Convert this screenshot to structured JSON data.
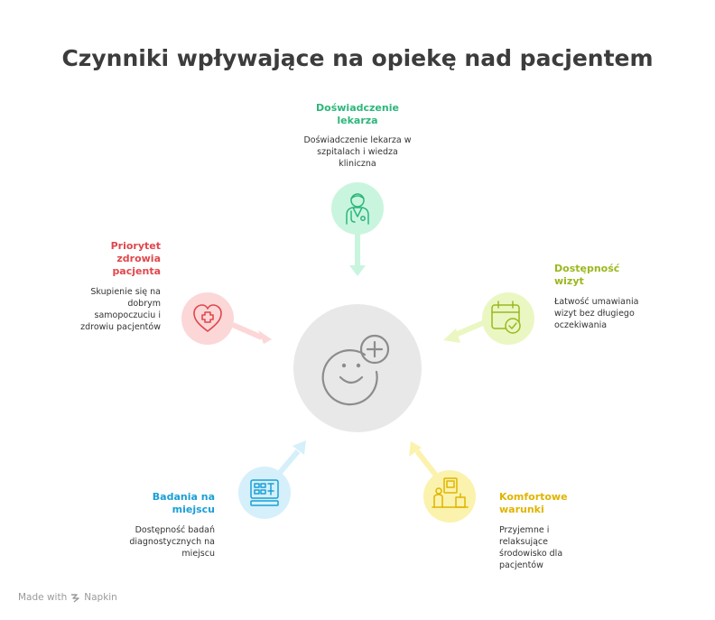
{
  "title": "Czynniki wpływające na opiekę nad pacjentem",
  "center": {
    "icon": "smiley-plus-icon",
    "color": "#e8e8e8"
  },
  "factors": [
    {
      "id": "doswiadczenie",
      "title": "Doświadczenie lekarza",
      "desc": "Doświadczenie lekarza w szpitalach i wiedza kliniczna",
      "color": "#2db67a",
      "circle": "#c9f5df",
      "icon": "doctor-icon"
    },
    {
      "id": "dostepnosc",
      "title": "Dostępność wizyt",
      "desc": "Łatwość umawiania wizyt bez długiego oczekiwania",
      "color": "#9ab81e",
      "circle": "#eaf7c2",
      "icon": "calendar-check-icon"
    },
    {
      "id": "komfortowe",
      "title": "Komfortowe warunki",
      "desc": "Przyjemne i relaksujące środowisko dla pacjentów",
      "color": "#e0b400",
      "circle": "#fbf2ad",
      "icon": "comfortable-room-icon"
    },
    {
      "id": "badania",
      "title": "Badania na miejscu",
      "desc": "Dostępność badań diagnostycznych na miejscu",
      "color": "#1a9fd6",
      "circle": "#d5f0fb",
      "icon": "lab-device-icon"
    },
    {
      "id": "priorytet",
      "title": "Priorytet zdrowia pacjenta",
      "desc": "Skupienie się na dobrym samopoczuciu i zdrowiu pacjentów",
      "color": "#e0474c",
      "circle": "#fcd7d7",
      "icon": "heart-plus-icon"
    }
  ],
  "footer": {
    "text": "Made with",
    "brand": "Napkin",
    "icon": "napkin-logo-icon"
  }
}
